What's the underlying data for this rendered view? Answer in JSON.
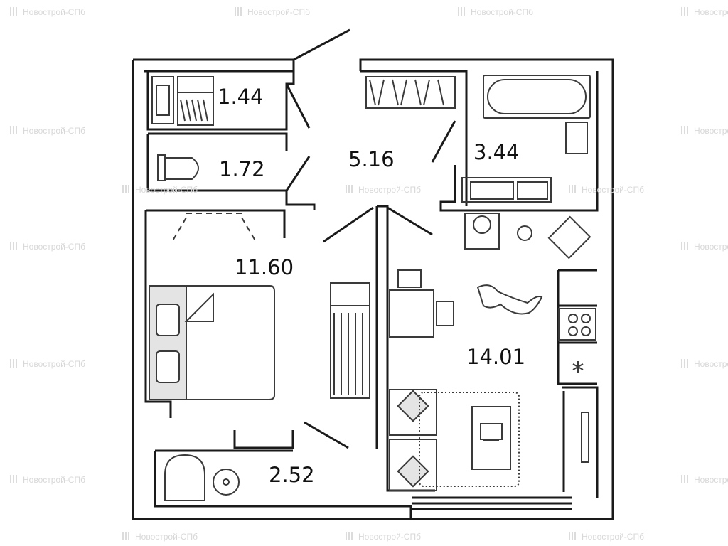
{
  "watermark": {
    "text": "Новострой-СПб",
    "logo_icon": "building-logo-icon"
  },
  "rooms": {
    "closet": {
      "area": "1.44"
    },
    "wc": {
      "area": "1.72"
    },
    "hall": {
      "area": "5.16"
    },
    "bath": {
      "area": "3.44"
    },
    "bedroom": {
      "area": "11.60"
    },
    "kitchen_living": {
      "area": "14.01"
    },
    "balcony": {
      "area": "2.52"
    }
  },
  "colors": {
    "wall": "#1a1a1a",
    "furniture_line": "#3a3a3a",
    "furniture_fill": "#e4e4e4",
    "watermark": "#d8d8d8"
  }
}
